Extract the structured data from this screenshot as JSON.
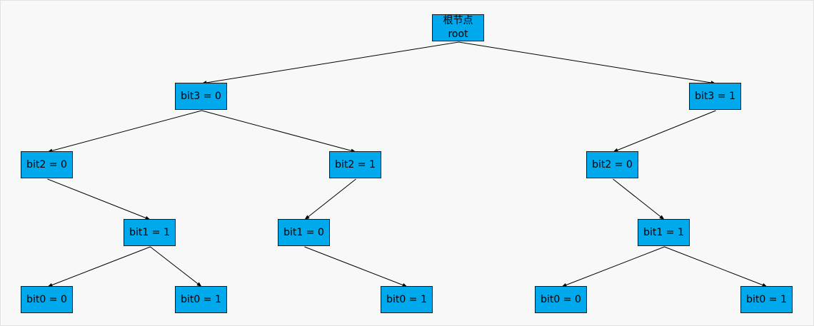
{
  "root": {
    "line1": "根节点",
    "line2": "root"
  },
  "nodes": {
    "l_b3": "bit3 = 0",
    "r_b3": "bit3 = 1",
    "ll_b2": "bit2 = 0",
    "lr_b2": "bit2 = 1",
    "r_b2": "bit2 = 0",
    "ll_b1": "bit1 = 1",
    "lr_b1": "bit1 = 0",
    "r_b1": "bit1 = 1",
    "b0_1": "bit0 = 0",
    "b0_2": "bit0 = 1",
    "b0_3": "bit0 = 1",
    "b0_4": "bit0 = 0",
    "b0_5": "bit0 = 1"
  },
  "edges": [
    [
      "root",
      "l_b3"
    ],
    [
      "root",
      "r_b3"
    ],
    [
      "l_b3",
      "ll_b2"
    ],
    [
      "l_b3",
      "lr_b2"
    ],
    [
      "r_b3",
      "r_b2"
    ],
    [
      "ll_b2",
      "ll_b1"
    ],
    [
      "lr_b2",
      "lr_b1"
    ],
    [
      "r_b2",
      "r_b1"
    ],
    [
      "ll_b1",
      "b0_1"
    ],
    [
      "ll_b1",
      "b0_2"
    ],
    [
      "lr_b1",
      "b0_3"
    ],
    [
      "r_b1",
      "b0_4"
    ],
    [
      "r_b1",
      "b0_5"
    ]
  ],
  "colors": {
    "node_fill": "#00a8ec",
    "node_border": "#1a1a1a",
    "edge": "#000000",
    "background": "#f8f8f8"
  }
}
